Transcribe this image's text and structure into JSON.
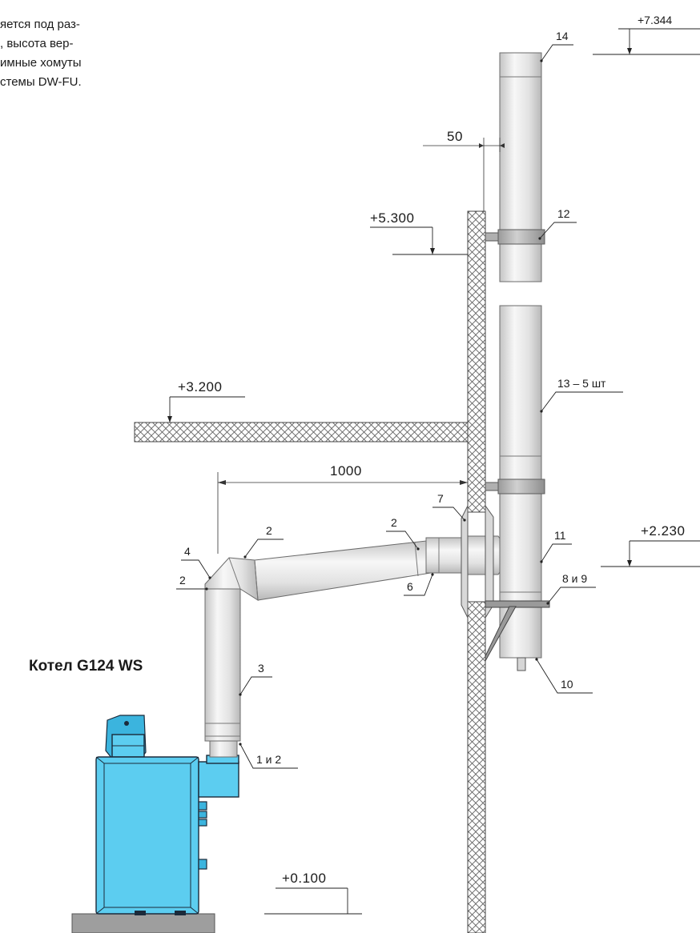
{
  "note": {
    "lines": [
      "яется под раз-",
      ", высота вер-",
      "имные хомуты",
      "стемы DW-FU."
    ]
  },
  "boiler_title": "Котел G124 WS",
  "levels": {
    "top": "+7.344",
    "roof": "+5.300",
    "ceiling": "+3.200",
    "outlet": "+2.230",
    "floor": "+0.100"
  },
  "dimensions": {
    "gap": "50",
    "run": "1000"
  },
  "labels": {
    "l14": "14",
    "l12": "12",
    "l13": "13 – 5 шт",
    "l7": "7",
    "l2_top": "2",
    "l2_right": "2",
    "l2_left": "2",
    "l4": "4",
    "l11": "11",
    "l6": "6",
    "l8_9": "8 и 9",
    "l3": "3",
    "l1_2": "1 и 2",
    "l10": "10"
  },
  "colors": {
    "boiler": "#5ccdf0",
    "boiler_outline": "#1b2a3a",
    "pipe_light": "#f4f4f4",
    "pipe_shadow": "#c9c9c9",
    "clamp": "#b5b5b5",
    "wall_hatch": "#555555"
  }
}
